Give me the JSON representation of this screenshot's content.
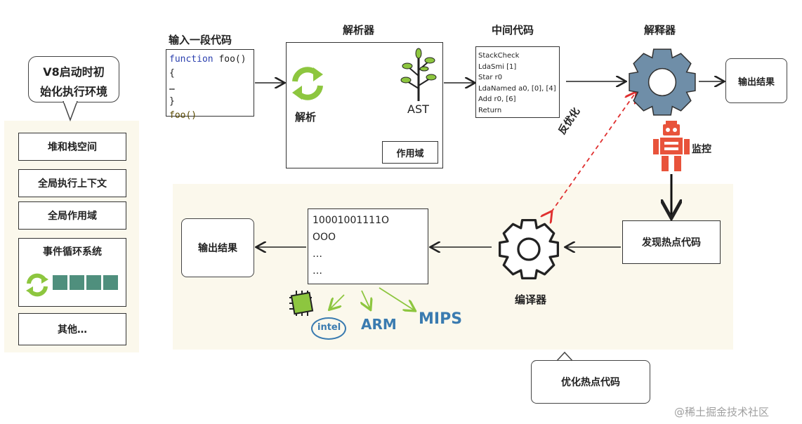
{
  "left_panel": {
    "bubble_line1": "V8启动时初",
    "bubble_line2": "始化执行环境",
    "heap_stack": "堆和栈空间",
    "global_context": "全局执行上下文",
    "global_scope": "全局作用域",
    "event_loop": "事件循环系统",
    "others": "其他…"
  },
  "source": {
    "title": "输入一段代码",
    "line1_kw": "function",
    "line1_rest": " foo() {",
    "line2": "…",
    "line3": "}",
    "line4": "foo()"
  },
  "parser": {
    "title": "解析器",
    "parse_label": "解析",
    "ast_label": "AST",
    "scope_label": "作用域"
  },
  "bytecode": {
    "title": "中间代码",
    "lines": [
      "StackCheck",
      "LdaSmi [1]",
      "Star r0",
      "LdaNamed a0, [0], [4]",
      "Add r0, [6]",
      "Return"
    ]
  },
  "interpreter": {
    "title": "解释器",
    "output_label": "输出结果",
    "monitor_label": "监控",
    "deopt_label": "反优化"
  },
  "compiler": {
    "hot_code": "发现热点代码",
    "compiler_label": "编译器",
    "machine_lines": [
      "10001001111O",
      "OOO",
      "…",
      "…"
    ],
    "output_label": "输出结果",
    "targets": [
      "intel",
      "ARM",
      "MIPS"
    ],
    "optimize_note": "优化热点代码"
  },
  "watermark": "@稀土掘金技术社区",
  "colors": {
    "panel_bg": "#fbf8ec",
    "gear_blue": "#6f8ea8",
    "cycle_green": "#8dc63f",
    "robot_red": "#e8533b",
    "keyword_blue": "#2a3fae",
    "teal_block": "#4f8f7d",
    "deopt_red": "#e03030",
    "target_blue": "#3a7bb0"
  }
}
